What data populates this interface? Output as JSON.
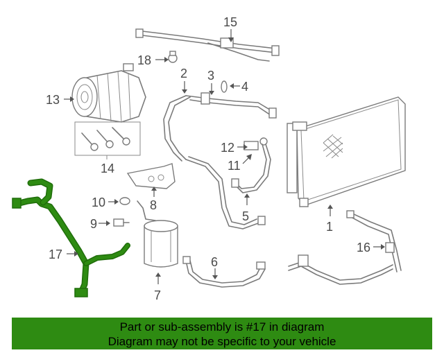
{
  "callouts": {
    "c1": "1",
    "c2": "2",
    "c3": "3",
    "c4": "4",
    "c5": "5",
    "c6": "6",
    "c7": "7",
    "c8": "8",
    "c9": "9",
    "c10": "10",
    "c11": "11",
    "c12": "12",
    "c13": "13",
    "c14": "14",
    "c15": "15",
    "c16": "16",
    "c17": "17",
    "c18": "18"
  },
  "highlight_color": "#2e8b12",
  "banner": {
    "line1": "Part or sub-assembly is #17 in diagram",
    "line2": "Diagram may not be specific to your vehicle"
  }
}
